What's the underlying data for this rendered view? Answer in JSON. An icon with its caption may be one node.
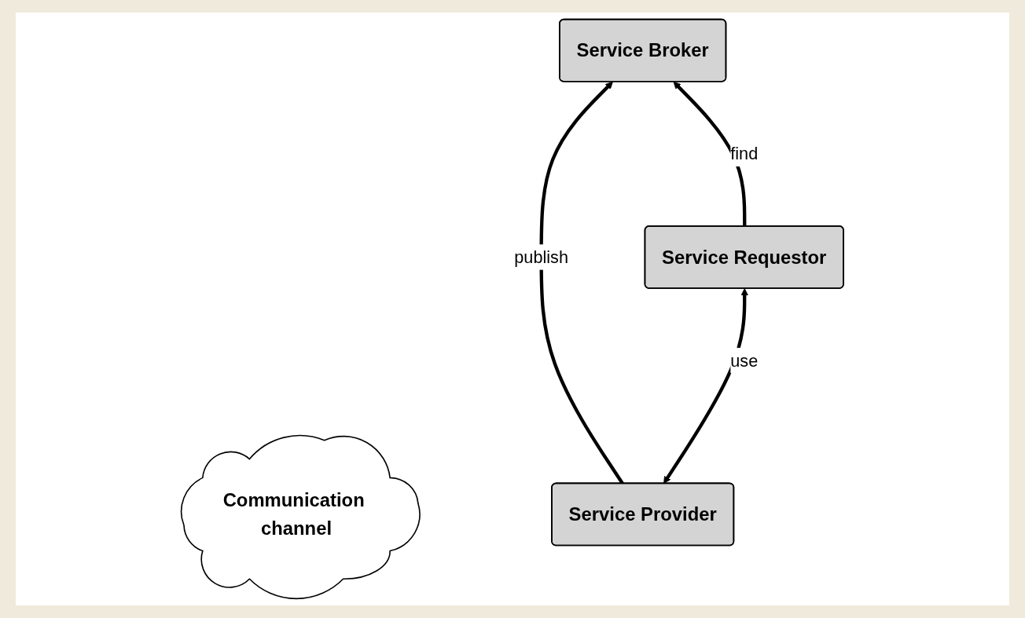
{
  "diagram": {
    "nodes": [
      {
        "text": [
          "Service Broker"
        ]
      },
      {
        "text": [
          "Communication channel"
        ]
      },
      {
        "text": [
          "Service Provider"
        ]
      },
      {
        "text": [
          "Service Requestor"
        ]
      }
    ],
    "edges": [
      {
        "from": 2,
        "to": 0,
        "arrow": "to",
        "label": "publish"
      },
      {
        "from": 3,
        "to": 0,
        "arrow": "to",
        "label": "find"
      },
      {
        "from": 2,
        "to": 3,
        "arrow": "both",
        "label": "use"
      }
    ]
  }
}
